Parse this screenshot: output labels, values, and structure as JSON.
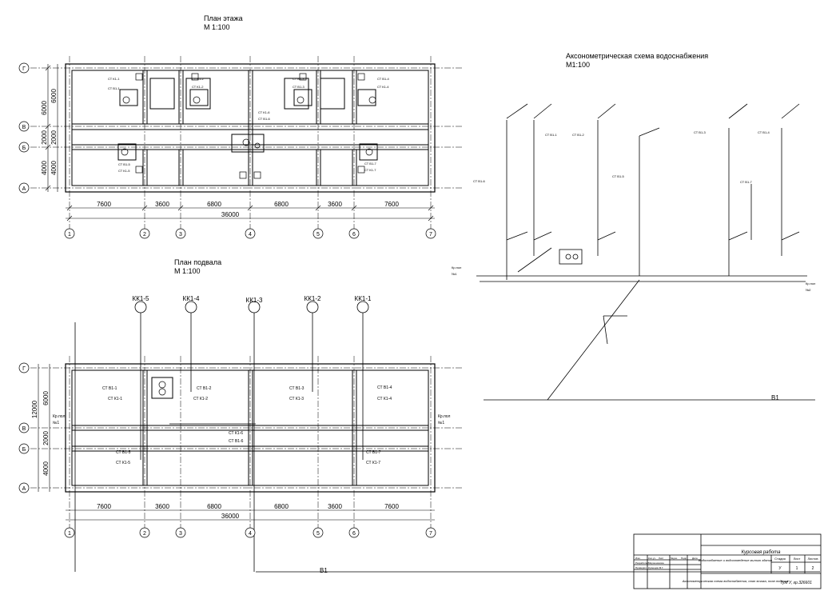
{
  "floor_plan": {
    "title": "План этажа",
    "scale": "М 1:100",
    "axes_letters": [
      "Г",
      "В",
      "Б",
      "А"
    ],
    "axes_numbers": [
      "1",
      "2",
      "3",
      "4",
      "5",
      "6",
      "7"
    ],
    "spans": [
      "7600",
      "3600",
      "6800",
      "6800",
      "3600",
      "7600"
    ],
    "total": "36000",
    "vertical_dims": [
      "6000",
      "2000",
      "4000"
    ],
    "risers": [
      "СТ К1-1",
      "СТ В1-1",
      "СТ В1-2",
      "СТ К1-2",
      "СТ К1-3",
      "СТ В1-3",
      "СТ В1-4",
      "СТ К1-4",
      "СТ К1-6",
      "СТ В1-6",
      "СТ В1-5",
      "СТ К1-5",
      "СТ В1-7",
      "СТ К1-7"
    ]
  },
  "basement_plan": {
    "title": "План подвала",
    "scale": "М 1:100",
    "wells": [
      "КК1-5",
      "КК1-4",
      "КК1-3",
      "КК1-2",
      "КК1-1"
    ],
    "axes_letters": [
      "Г",
      "В",
      "Б",
      "А"
    ],
    "axes_numbers": [
      "1",
      "2",
      "3",
      "4",
      "5",
      "6",
      "7"
    ],
    "spans": [
      "7600",
      "3600",
      "6800",
      "6800",
      "3600",
      "7600"
    ],
    "total": "36000",
    "vertical_dims": [
      "12000",
      "6000",
      "2000",
      "4000"
    ],
    "risers": [
      "СТ В1-1",
      "СТ К1-1",
      "СТ В1-2",
      "СТ К1-2",
      "СТ В1-3",
      "СТ К1-3",
      "СТ В1-4",
      "СТ К1-4",
      "СТ К1-6",
      "СТ В1-6",
      "СТ В1-5",
      "СТ К1-5",
      "СТ В1-7",
      "СТ К1-7"
    ],
    "inlet_left": [
      "Кр.пол",
      "№1"
    ],
    "inlet_right": [
      "Кр.пол",
      "№1"
    ],
    "input_label": "В1"
  },
  "axonometric": {
    "title": "Аксонометрическая схема водоснабжения",
    "scale": "М1:100",
    "risers": [
      "СТ В1-1",
      "СТ В1-2",
      "СТ В1-3",
      "СТ В1-4",
      "СТ В1-5",
      "СТ В1-6",
      "СТ В1-7"
    ],
    "left_end": [
      "Кр.пол",
      "№1"
    ],
    "right_end": [
      "Кр.пол",
      "№2"
    ],
    "input_label": "В1"
  },
  "title_block": {
    "project": "Курсовая работа",
    "subject": "Водоснабжение и водоотведение жилого здания",
    "sheet_desc": "Аксонометрическая схема водоснабжения, план этажа, план подвала",
    "stage_header": "Стадия",
    "sheet_header": "Лист",
    "sheets_header": "Листов",
    "stage": "У",
    "sheet": "1",
    "sheets": "2",
    "org": "ТулГУ, гр.326601",
    "row_headers": [
      "Изм.",
      "Кол.уч.",
      "Лист",
      "№док.",
      "Подп.",
      "Дата"
    ],
    "roles": [
      "Разработал",
      "Проверил"
    ],
    "names": [
      "Мирошникова",
      "Кузнецов М.Г."
    ]
  }
}
